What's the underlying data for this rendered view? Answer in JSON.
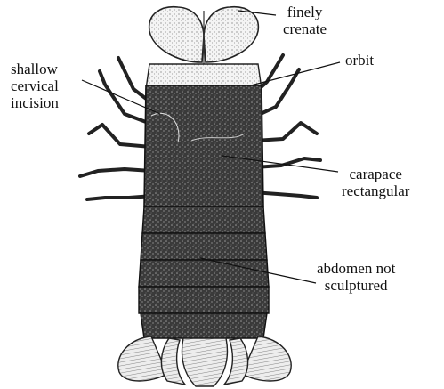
{
  "labels": {
    "finely_crenate": [
      "finely",
      "crenate"
    ],
    "orbit": [
      "orbit"
    ],
    "cervical": [
      "shallow",
      "cervical",
      "incision"
    ],
    "carapace": [
      "carapace",
      "rectangular"
    ],
    "abdomen": [
      "abdomen not",
      "sculptured"
    ]
  },
  "colors": {
    "ink": "#111111",
    "body_dark": "#2a2a2a",
    "body_mid": "#555555",
    "fan_light": "#e8e8e8",
    "background": "#ffffff"
  }
}
